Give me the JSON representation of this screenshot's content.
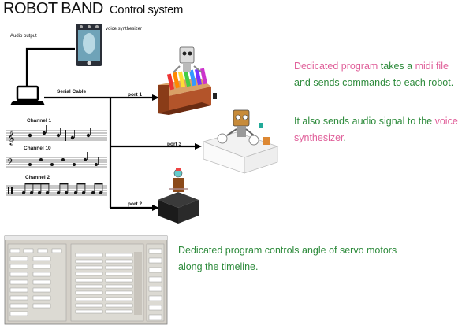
{
  "header": {
    "title": "ROBOT BAND",
    "subtitle": "Control system"
  },
  "diagram": {
    "audio_output": "Audio output",
    "voice_synth": "voice synthesizer",
    "serial_cable": "Serial Cable",
    "port1": "port 1",
    "port3": "port 3",
    "port2": "port 2",
    "channel1": "Channel 1",
    "channel10": "Channel 10",
    "channel2": "Channel 2"
  },
  "text": {
    "para1_a": "Dedicated program",
    "para1_b": " takes a ",
    "para1_c": "midi file",
    "para1_d": "and sends commands to each robot.",
    "para2_a": "It also sends audio signal to the ",
    "para2_b": "voice",
    "para2_c": "synthesizer",
    "para2_d": ".",
    "para3_a": "Dedicated program controls angle of servo motors",
    "para3_b": "along the timeline."
  },
  "colors": {
    "accent_pink": "#e0609a",
    "accent_green": "#2e8b3c"
  }
}
